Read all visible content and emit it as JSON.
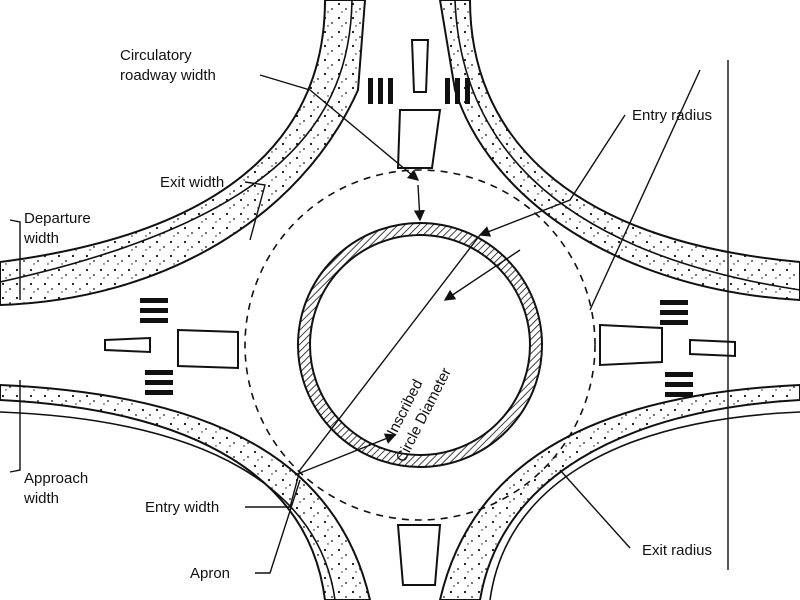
{
  "labels": {
    "circulatory_roadway_width": [
      "Circulatory",
      "roadway width"
    ],
    "entry_radius": "Entry radius",
    "exit_width": "Exit width",
    "departure_width": [
      "Departure",
      "width"
    ],
    "inscribed_circle_diameter": [
      "Inscribed",
      "Circle Diameter"
    ],
    "approach_width": [
      "Approach",
      "width"
    ],
    "entry_width": "Entry width",
    "exit_radius": "Exit radius",
    "apron": "Apron"
  },
  "colors": {
    "ink": "#111111",
    "paper": "#ffffff"
  }
}
